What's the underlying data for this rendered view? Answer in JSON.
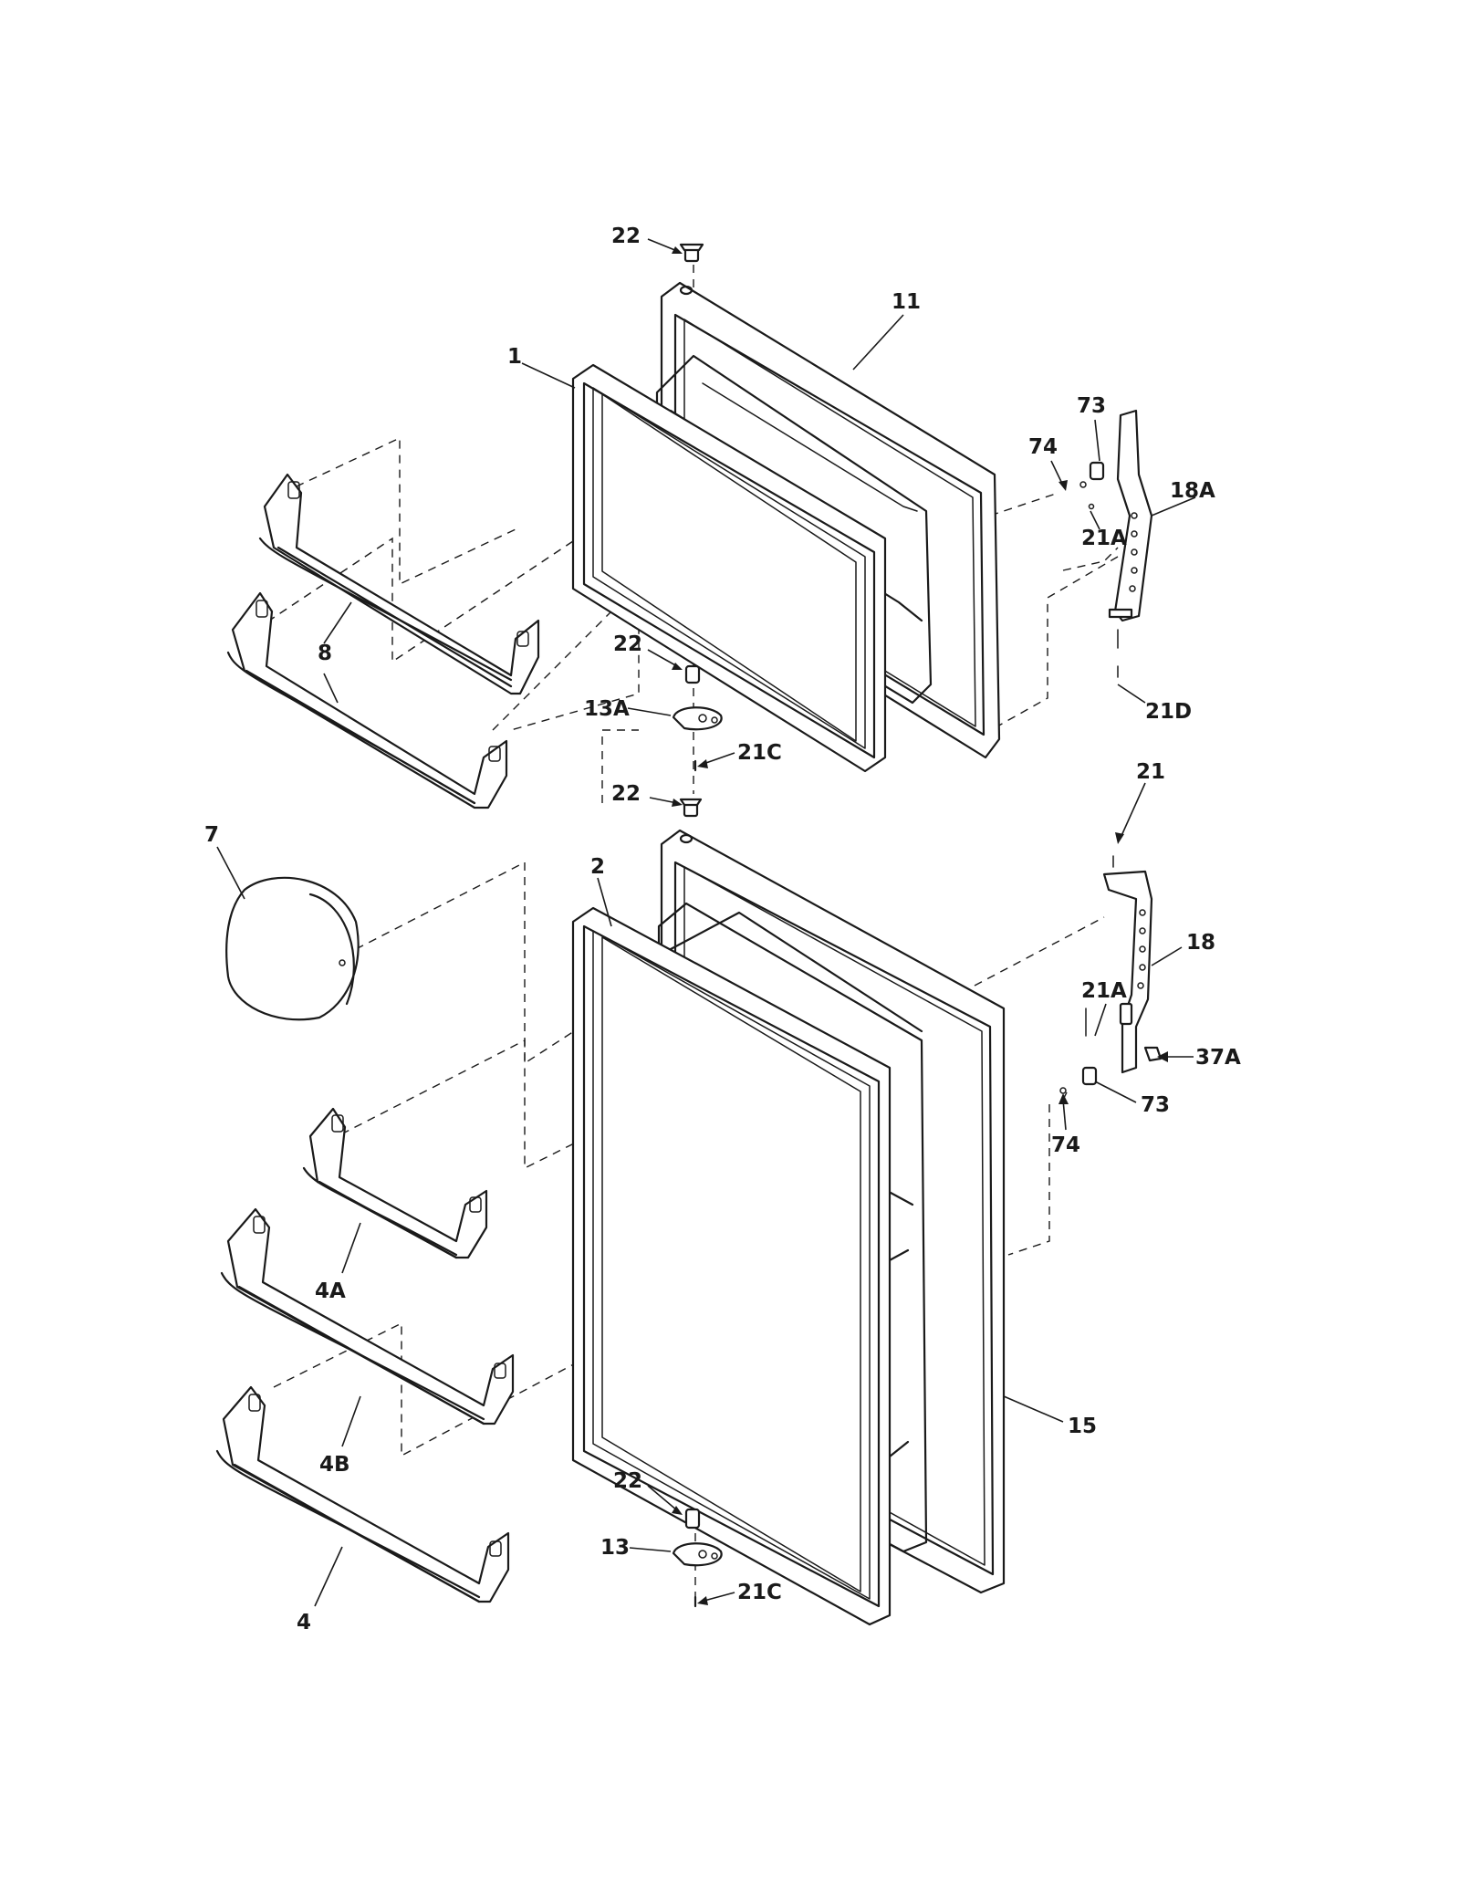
{
  "callouts": [
    {
      "id": "c-22-top",
      "text": "22"
    },
    {
      "id": "c-11",
      "text": "11"
    },
    {
      "id": "c-1",
      "text": "1"
    },
    {
      "id": "c-73-top",
      "text": "73"
    },
    {
      "id": "c-74-top",
      "text": "74"
    },
    {
      "id": "c-18a",
      "text": "18A"
    },
    {
      "id": "c-21a-top",
      "text": "21A"
    },
    {
      "id": "c-8",
      "text": "8"
    },
    {
      "id": "c-22-mid1",
      "text": "22"
    },
    {
      "id": "c-13a",
      "text": "13A"
    },
    {
      "id": "c-21c-top",
      "text": "21C"
    },
    {
      "id": "c-21d",
      "text": "21D"
    },
    {
      "id": "c-22-mid2",
      "text": "22"
    },
    {
      "id": "c-21",
      "text": "21"
    },
    {
      "id": "c-7",
      "text": "7"
    },
    {
      "id": "c-2",
      "text": "2"
    },
    {
      "id": "c-18",
      "text": "18"
    },
    {
      "id": "c-21a-bot",
      "text": "21A"
    },
    {
      "id": "c-37a",
      "text": "37A"
    },
    {
      "id": "c-73-bot",
      "text": "73"
    },
    {
      "id": "c-74-bot",
      "text": "74"
    },
    {
      "id": "c-4a",
      "text": "4A"
    },
    {
      "id": "c-15",
      "text": "15"
    },
    {
      "id": "c-4b",
      "text": "4B"
    },
    {
      "id": "c-22-bot",
      "text": "22"
    },
    {
      "id": "c-13",
      "text": "13"
    },
    {
      "id": "c-21c-bot",
      "text": "21C"
    },
    {
      "id": "c-4",
      "text": "4"
    }
  ]
}
